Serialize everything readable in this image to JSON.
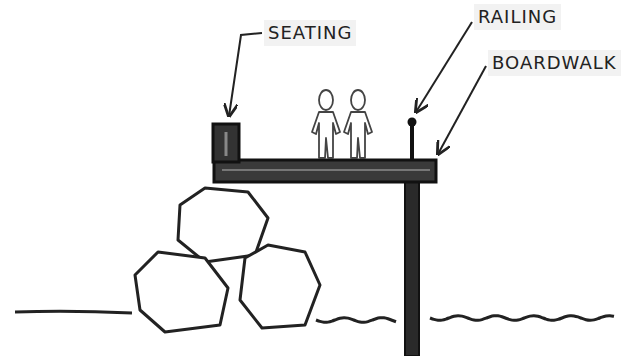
{
  "diagram": {
    "labels": [
      "SEATING",
      "RAILING",
      "BOARDWALK"
    ]
  }
}
